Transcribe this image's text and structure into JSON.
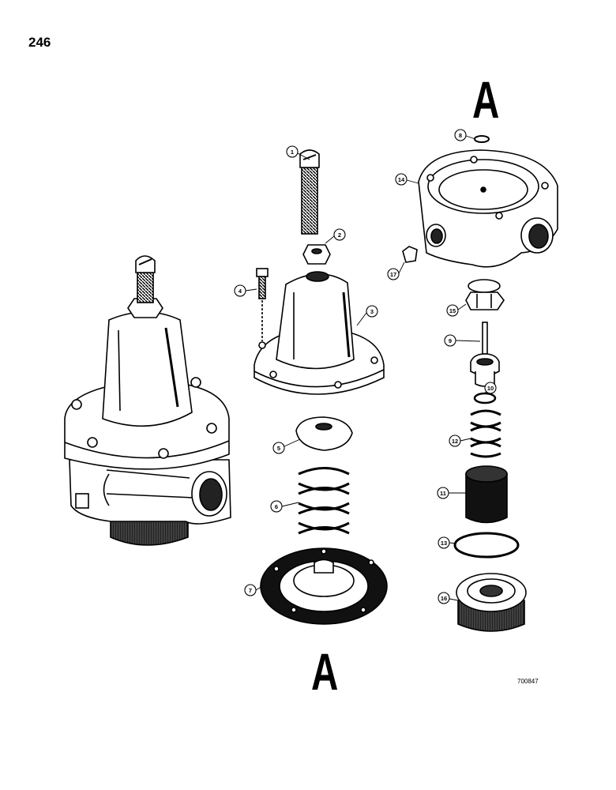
{
  "page_number": "246",
  "section_label_top": "A",
  "section_label_bottom": "A",
  "figure_ref": "700847",
  "callouts": [
    "1",
    "2",
    "3",
    "4",
    "5",
    "6",
    "7",
    "8",
    "9",
    "10",
    "11",
    "12",
    "13",
    "14",
    "15",
    "16",
    "17"
  ]
}
